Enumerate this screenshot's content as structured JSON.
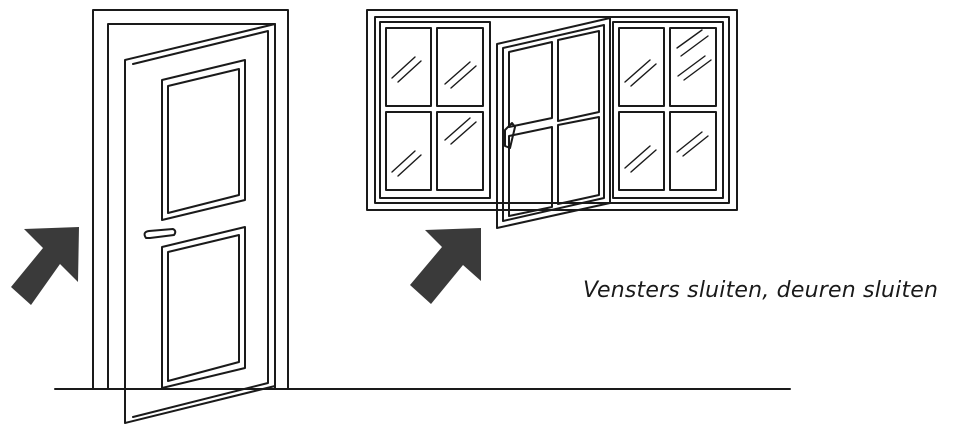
{
  "caption": "Vensters sluiten, deuren sluiten",
  "colors": {
    "line": "#1a1a1a",
    "arrow": "#3a3a3a",
    "background": "#ffffff"
  },
  "icons": {
    "door": "open-door",
    "window": "open-casement-window",
    "arrow": "diagonal-arrow-up-right"
  }
}
